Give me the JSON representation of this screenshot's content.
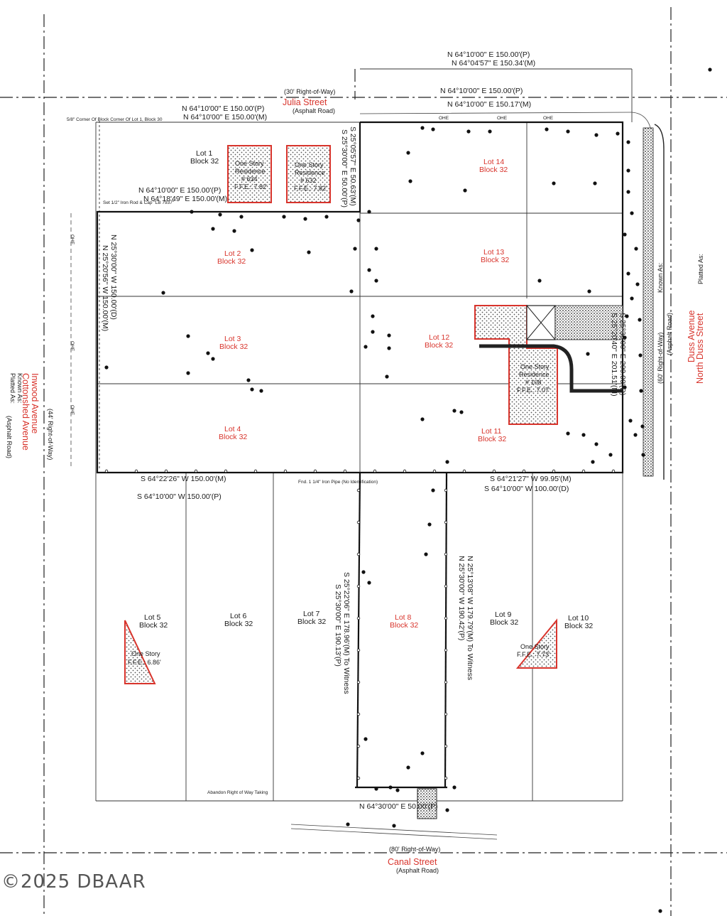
{
  "streets": {
    "julia": {
      "name": "Julia Street",
      "row": "(30' Right-of-Way)",
      "surface": "(Asphalt Road)"
    },
    "canal": {
      "name": "Canal Street",
      "row": "(80' Right-of-Way)",
      "surface": "(Asphalt Road)"
    },
    "duss": {
      "known_as": "Known As:",
      "name": "North Duss Street",
      "platted_as": "Platted As:",
      "platted_name": "Duss Avenue",
      "row": "(60' Right-of-Way)",
      "surface": "(Asphalt Road)"
    },
    "inwood": {
      "known_as": "Known As:",
      "name": "Inwood Avenue",
      "platted_as": "Platted As:",
      "platted_name": "Cottonshed Avenue",
      "row": "(44' Right-of-Way)",
      "surface": "(Asphalt Road)"
    }
  },
  "bearings": {
    "top_outer_p": "N 64°10'00\" E   150.00'(P)",
    "top_outer_m": "N 64°04'57\" E   150.34'(M)",
    "top_right_p": "N 64°10'00\" E   150.00'(P)",
    "top_right_m": "N 64°10'00\" E   150.17'(M)",
    "top_left_p": "N 64°10'00\" E   150.00'(P)",
    "top_left_m": "N 64°10'00\" E   150.00'(M)",
    "mid_left_p": "N 64°10'00\" E   150.00'(P)",
    "mid_left_m": "N 64°18'49\" E   150.00'(M)",
    "left_w_d": "N 25°30'00\" W   150.00'(D)",
    "left_w_m": "N 25°20'56\" W   150.00'(M)",
    "center_e_m": "S 25°05'57\" E   50.63'(M)",
    "center_e_p": "S 25°30'00\" E   50.00'(P)",
    "right_e_d": "S 25°30'00\" E   200.00'(D)",
    "right_e_m": "S 25°20'40\" E   201.51'(M)",
    "bottom_left_m": "S 64°22'26\" W   150.00'(M)",
    "bottom_left_p": "S 64°10'00\" W   150.00'(P)",
    "bottom_right_m": "S 64°21'27\" W   99.95'(M)",
    "bottom_right_d": "S 64°10'00\" W   100.00'(D)",
    "lot8_left_m": "S 25°22'06\" E   178.96'(M) To Witness",
    "lot8_left_p": "S 25°30'00\" E   190.13'(P)",
    "lot8_right_p": "N 25°30'00\" W   190.42'(P)",
    "lot8_right_m": "N 25°13'08\" W   179.79'(M) To Witness",
    "canal_front": "N 64°30'00\" E   50.00'(P)"
  },
  "lots": [
    {
      "lot": "Lot 1",
      "block": "Block 32"
    },
    {
      "lot": "Lot 2",
      "block": "Block 32"
    },
    {
      "lot": "Lot 3",
      "block": "Block 32"
    },
    {
      "lot": "Lot 4",
      "block": "Block 32"
    },
    {
      "lot": "Lot 5",
      "block": "Block 32"
    },
    {
      "lot": "Lot 6",
      "block": "Block 32"
    },
    {
      "lot": "Lot 7",
      "block": "Block 32"
    },
    {
      "lot": "Lot 8",
      "block": "Block 32"
    },
    {
      "lot": "Lot 9",
      "block": "Block 32"
    },
    {
      "lot": "Lot 10",
      "block": "Block 32"
    },
    {
      "lot": "Lot 11",
      "block": "Block 32"
    },
    {
      "lot": "Lot 12",
      "block": "Block 32"
    },
    {
      "lot": "Lot 13",
      "block": "Block 32"
    },
    {
      "lot": "Lot 14",
      "block": "Block 32"
    }
  ],
  "residences": [
    {
      "l1": "One Story",
      "l2": "Residence",
      "num": "# 634",
      "ffe": "F.F.E.: 7.82'"
    },
    {
      "l1": "One Story",
      "l2": "Residence",
      "num": "# 632",
      "ffe": "F.F.E.: 7.82'"
    },
    {
      "l1": "One Story",
      "l2": "Residence",
      "num": "# 108",
      "ffe": "F.F.E.: 7.07'"
    },
    {
      "l1": "One Story",
      "ffe": "F.F.E.: 6.86'"
    },
    {
      "l1": "One Story",
      "ffe": "F.F.E.: 7.73'"
    }
  ],
  "notes": {
    "abandoned": "Abandon Right of Way Taking",
    "corner": "5/8\" Corner Of Block Corner Of Lot 1, Block 30",
    "set_rod": "Set 1/2\" Iron Rod & Cap \"LB 7937\"",
    "found_pipe": "Fnd. 1 1/4\" Iron Pipe (No Identification)",
    "ohe": "OHE"
  },
  "watermark": "©2025 DBAAR"
}
